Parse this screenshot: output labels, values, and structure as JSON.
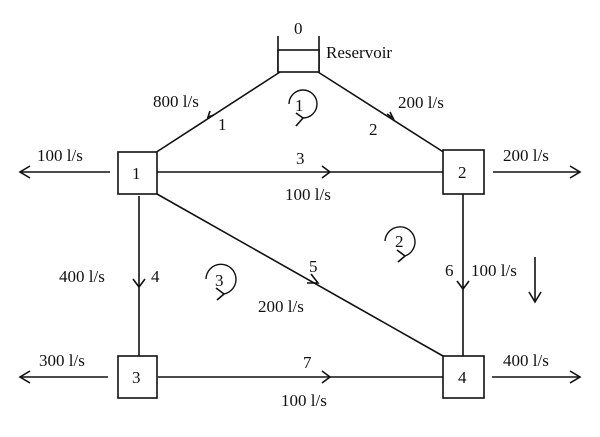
{
  "reservoir": {
    "id": "0",
    "label": "Reservoir"
  },
  "nodes": [
    {
      "id": "1"
    },
    {
      "id": "2"
    },
    {
      "id": "3"
    },
    {
      "id": "4"
    }
  ],
  "pipes": [
    {
      "id": "1",
      "flow": "800 l/s"
    },
    {
      "id": "2",
      "flow": "200 l/s"
    },
    {
      "id": "3",
      "flow": "100 l/s"
    },
    {
      "id": "4",
      "flow": "400 l/s"
    },
    {
      "id": "5",
      "flow": "200 l/s"
    },
    {
      "id": "6",
      "flow": "100 l/s"
    },
    {
      "id": "7",
      "flow": "100 l/s"
    }
  ],
  "demands": [
    {
      "node": "1",
      "flow": "100 l/s"
    },
    {
      "node": "2",
      "flow": "200 l/s"
    },
    {
      "node": "3",
      "flow": "300 l/s"
    },
    {
      "node": "4",
      "flow": "400 l/s"
    }
  ],
  "loops": [
    {
      "id": "1"
    },
    {
      "id": "2"
    },
    {
      "id": "3"
    }
  ]
}
